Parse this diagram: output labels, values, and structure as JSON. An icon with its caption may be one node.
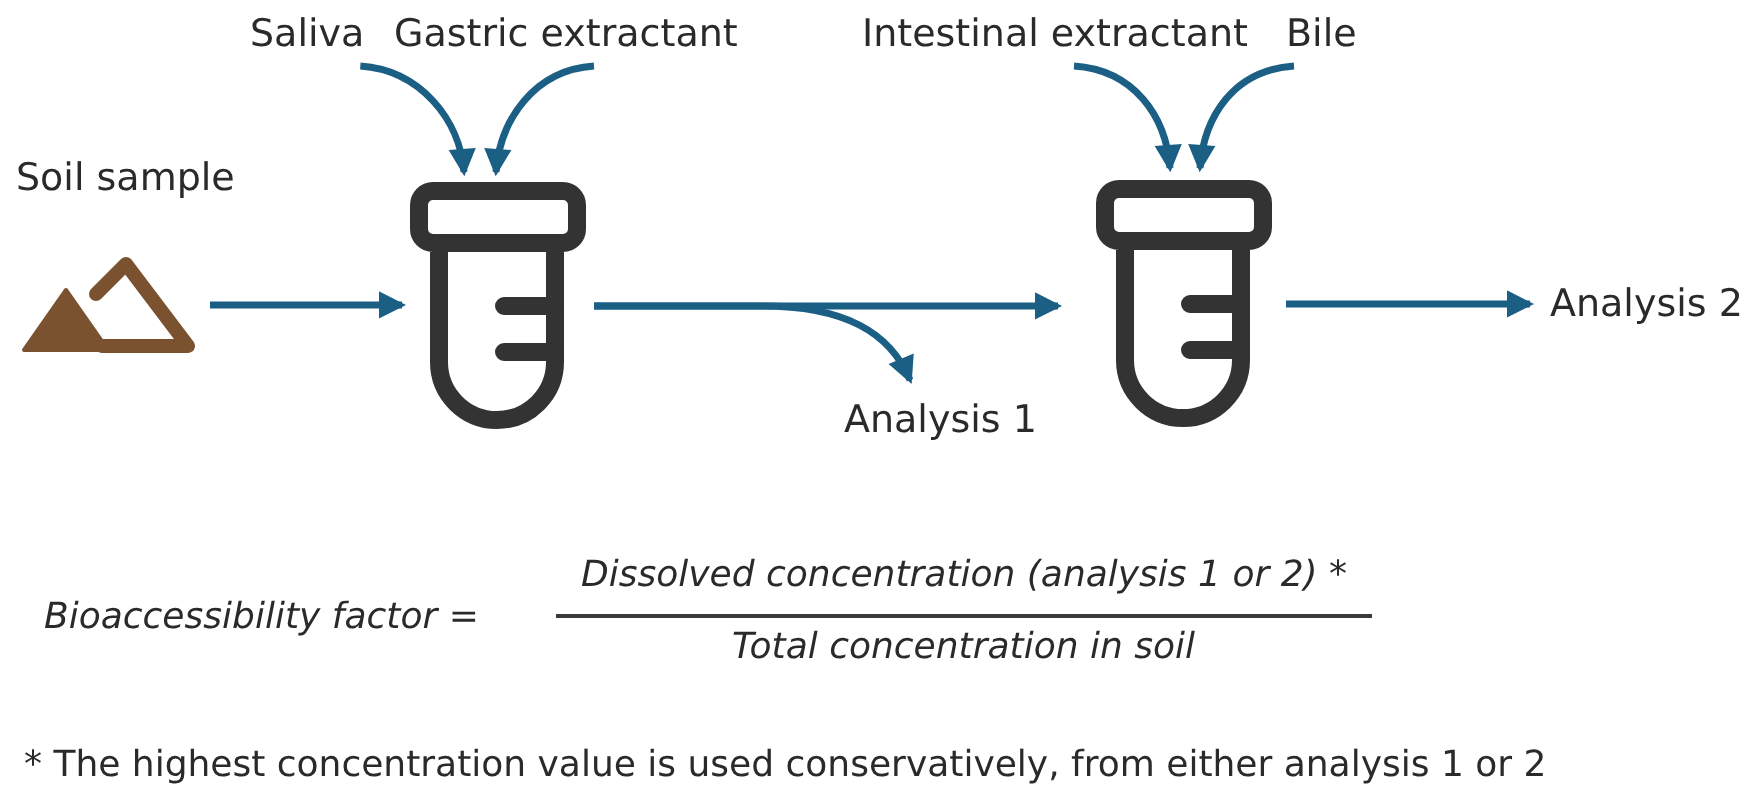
{
  "diagram": {
    "nodes": [
      {
        "text": [
          "Saliva"
        ]
      },
      {
        "text": [
          "Gastric extractant"
        ]
      },
      {
        "text": [],
        "shape": "picture",
        "beside": [
          "Soil sample"
        ]
      },
      {
        "text": [],
        "shape": "picture"
      },
      {
        "text": [
          "Analysis 1"
        ]
      },
      {
        "text": [
          "Intestinal extractant"
        ]
      },
      {
        "text": [
          "Bile"
        ]
      },
      {
        "text": [],
        "shape": "picture"
      },
      {
        "text": [
          "Analysis 2"
        ]
      }
    ],
    "edges": [
      {
        "from": 0,
        "to": 3,
        "arrow": "to"
      },
      {
        "from": 1,
        "to": 3,
        "arrow": "to"
      },
      {
        "from": 2,
        "to": 3,
        "arrow": "to"
      },
      {
        "from": 3,
        "to": 7,
        "arrow": "to"
      },
      {
        "from": 3,
        "to": 4,
        "arrow": "to"
      },
      {
        "from": 5,
        "to": 7,
        "arrow": "to"
      },
      {
        "from": 6,
        "to": 7,
        "arrow": "to"
      },
      {
        "from": 7,
        "to": 8,
        "arrow": "to"
      }
    ],
    "labels": [
      "Bioaccessibility factor =",
      "Dissolved concentration (analysis 1 or 2) *",
      "Total concentration in soil",
      "* The highest concentration value is used conservatively, from either analysis 1 or 2"
    ]
  }
}
